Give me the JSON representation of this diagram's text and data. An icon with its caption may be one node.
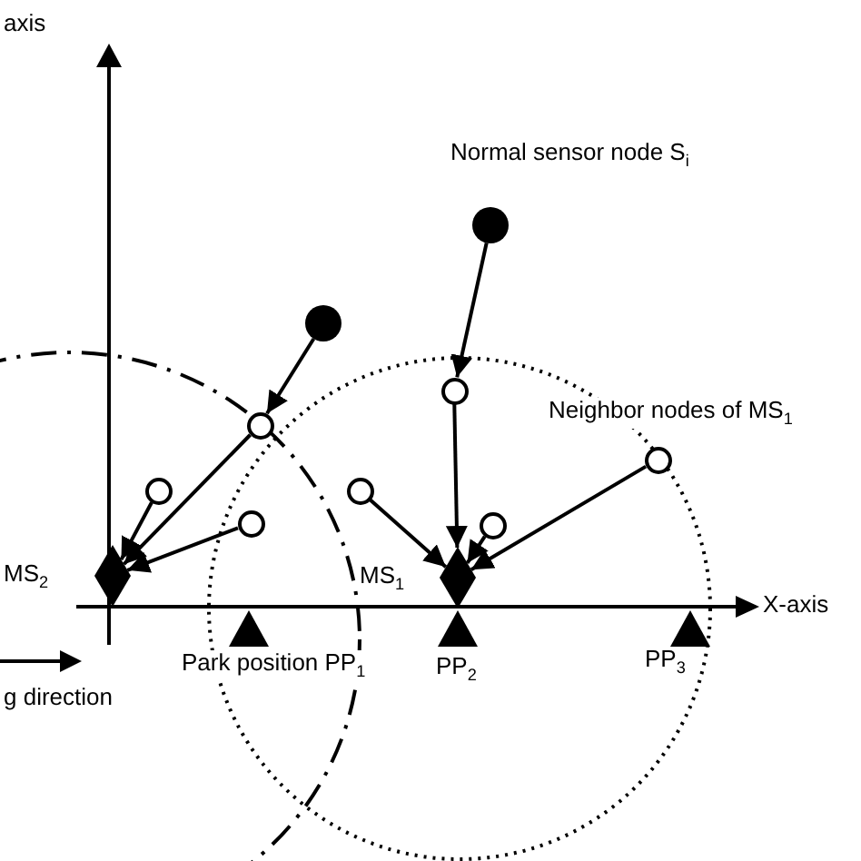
{
  "diagram": {
    "nodes": [
      {
        "text": [],
        "shape": "dot"
      },
      {
        "text": [],
        "shape": "dot"
      },
      {
        "text": [],
        "shape": "circle"
      },
      {
        "text": [],
        "shape": "circle"
      },
      {
        "text": [],
        "shape": "circle"
      },
      {
        "text": [],
        "shape": "circle"
      },
      {
        "text": [],
        "shape": "circle"
      },
      {
        "text": [],
        "shape": "circle"
      },
      {
        "text": [],
        "shape": "circle"
      },
      {
        "text": [],
        "shape": "diamond",
        "beside": [
          "MS$_{2}$"
        ]
      },
      {
        "text": [],
        "shape": "diamond",
        "beside": [
          "MS$_{1}$"
        ]
      },
      {
        "text": [],
        "shape": "triangle",
        "beside": [
          "Park position PP$_{1}$"
        ]
      },
      {
        "text": [],
        "shape": "triangle",
        "beside": [
          "PP$_{2}$"
        ]
      },
      {
        "text": [],
        "shape": "triangle",
        "beside": [
          "PP$_{3}$"
        ]
      }
    ],
    "edges": [
      {
        "from": 0,
        "to": 2,
        "arrow": "to"
      },
      {
        "from": 1,
        "to": 3,
        "arrow": "to"
      },
      {
        "from": 3,
        "to": 9,
        "arrow": "to"
      },
      {
        "from": 5,
        "to": 9,
        "arrow": "to"
      },
      {
        "from": 7,
        "to": 9,
        "arrow": "to"
      },
      {
        "from": 2,
        "to": 10,
        "arrow": "to"
      },
      {
        "from": 6,
        "to": 10,
        "arrow": "to"
      },
      {
        "from": 8,
        "to": 10,
        "arrow": "to"
      },
      {
        "from": 4,
        "to": 10,
        "arrow": "to"
      }
    ],
    "labels": [
      "axis",
      "Normal sensor node S$_{i}$",
      "Neighbor nodes of MS$_{1}$",
      "X-axis",
      "g direction"
    ]
  }
}
